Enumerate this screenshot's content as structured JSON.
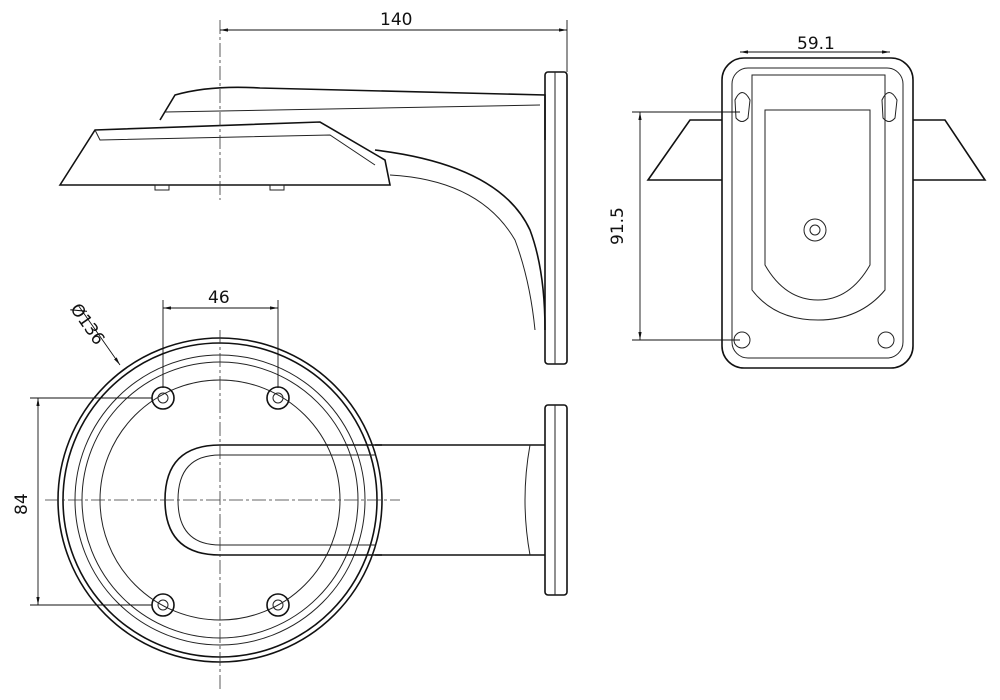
{
  "dimensions": {
    "overall_length": "140",
    "hole_spacing_width": "59.1",
    "plate_height": "91.5",
    "bolt_spacing_x": "46",
    "base_diameter": "Ø136",
    "bolt_spacing_y": "84"
  }
}
